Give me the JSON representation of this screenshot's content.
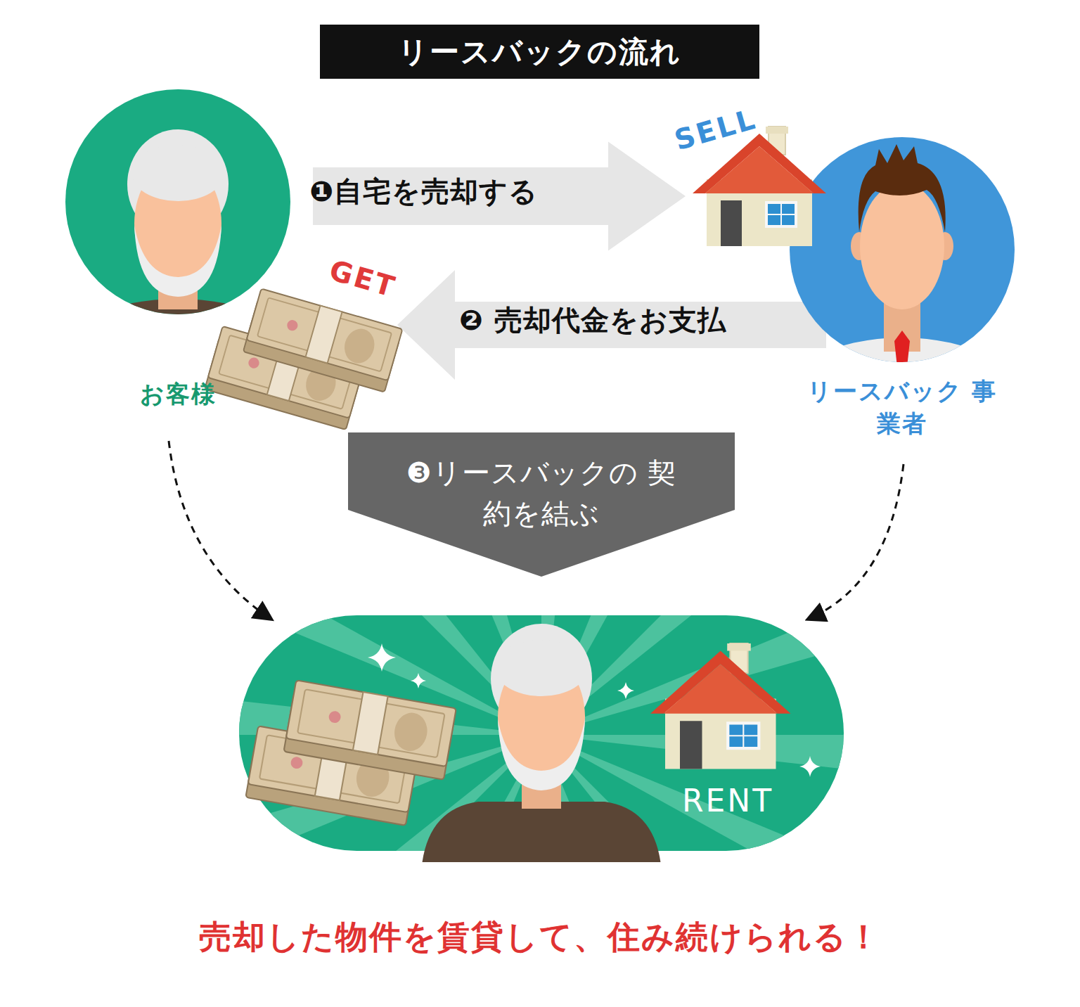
{
  "diagram": {
    "title": "リースバックの流れ",
    "caption": "売却した物件を賃貸して、住み続けられる！",
    "nodes": [
      {
        "text": [
          "お客様"
        ]
      },
      {
        "text": [
          "リースバック 事業者"
        ]
      },
      {
        "text": [
          "❸リースバックの 契約を結ぶ"
        ]
      },
      {
        "text": [
          "RENT"
        ]
      }
    ],
    "edges": [
      {
        "from": 0,
        "to": 1,
        "label": "❶自宅を売却する",
        "arrow": "to"
      },
      {
        "from": 1,
        "to": 0,
        "label": "❷ 売却代金をお支払",
        "arrow": "to"
      },
      {
        "from": 0,
        "to": 3,
        "arrow": "to"
      },
      {
        "from": 1,
        "to": 3,
        "arrow": "to"
      }
    ],
    "labels": [
      "SELL",
      "GET"
    ]
  }
}
